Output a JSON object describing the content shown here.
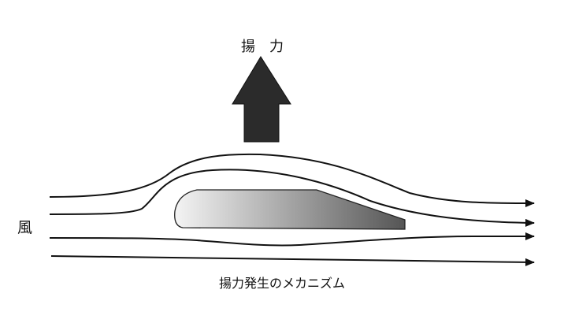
{
  "lift_label": "揚　力",
  "wind_label": "風",
  "caption": "揚力発生のメカニズム",
  "colors": {
    "ink": "#111111",
    "lift_arrow": "#2b2b2b",
    "wing_light": "#f4f4f4",
    "wing_dark": "#555555",
    "background": "#ffffff"
  }
}
